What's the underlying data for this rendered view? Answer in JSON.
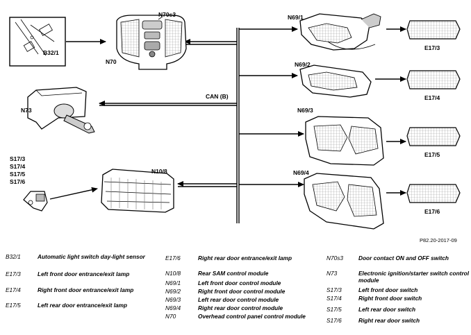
{
  "diagram": {
    "bus_label": "CAN (B)",
    "reference": "P82.20-2017-09",
    "components": {
      "b32_1": "B32/1",
      "n70": "N70",
      "n70s3": "N70s3",
      "n73": "N73",
      "switches": [
        "S17/3",
        "S17/4",
        "S17/5",
        "S17/6"
      ],
      "n10_8": "N10/8",
      "n69_1": "N69/1",
      "n69_2": "N69/2",
      "n69_3": "N69/3",
      "n69_4": "N69/4",
      "e17_3": "E17/3",
      "e17_4": "E17/4",
      "e17_5": "E17/5",
      "e17_6": "E17/6"
    }
  },
  "legend": {
    "col1": [
      {
        "code": "B32/1",
        "text": "Automatic light switch day-light sensor"
      },
      {
        "code": "E17/3",
        "text": "Left front door entrance/exit lamp"
      },
      {
        "code": "E17/4",
        "text": "Right front door entrance/exit lamp"
      },
      {
        "code": "E17/5",
        "text": "Left rear door entrance/exit lamp"
      }
    ],
    "col2": [
      {
        "code": "E17/6",
        "text": "Right rear door entrance/exit lamp"
      },
      {
        "code": "N10/8",
        "text": "Rear SAM control module"
      },
      {
        "code": "N69/1",
        "text": "Left front door control module"
      },
      {
        "code": "N69/2",
        "text": "Right front door control module"
      },
      {
        "code": "N69/3",
        "text": "Left rear door control module"
      },
      {
        "code": "N69/4",
        "text": "Right rear door control module"
      },
      {
        "code": "N70",
        "text": "Overhead control panel control module"
      }
    ],
    "col3": [
      {
        "code": "N70s3",
        "text": "Door contact ON and OFF switch"
      },
      {
        "code": "N73",
        "text": "Electronic ignition/starter switch control module"
      },
      {
        "code": "S17/3",
        "text": "Left front door switch"
      },
      {
        "code": "S17/4",
        "text": "Right front door switch"
      },
      {
        "code": "S17/5",
        "text": "Left rear door switch"
      },
      {
        "code": "S17/6",
        "text": "Right rear door switch"
      }
    ]
  }
}
